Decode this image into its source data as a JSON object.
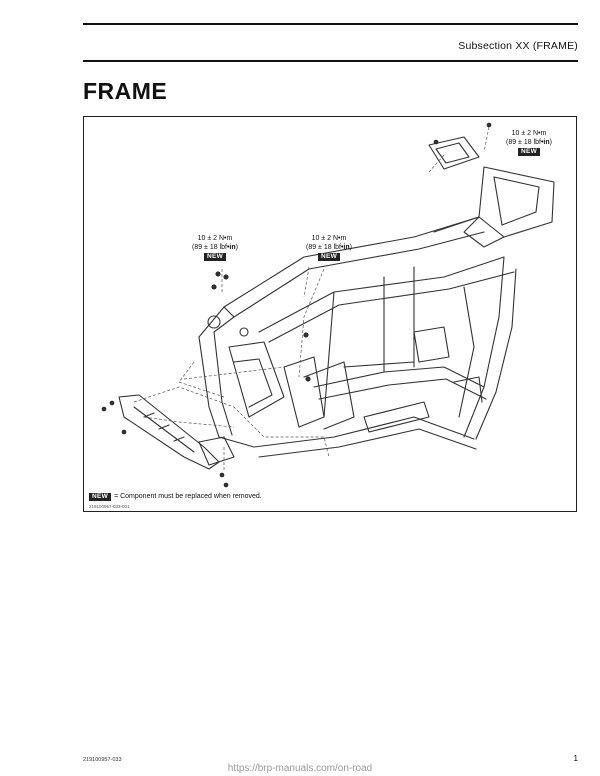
{
  "header": {
    "subsection": "Subsection XX (FRAME)"
  },
  "title": "FRAME",
  "figure": {
    "torque_specs": [
      {
        "nm": "10 ± 2 N•m",
        "lbf_prefix": "(89 ± 18 lbf",
        "lbf_bold": "•in",
        "lbf_suffix": ")",
        "badge": "NEW"
      },
      {
        "nm": "10 ± 2 N•m",
        "lbf_prefix": "(89 ± 18 lbf",
        "lbf_bold": "•in",
        "lbf_suffix": ")",
        "badge": "NEW"
      },
      {
        "nm": "10 ± 2 N•m",
        "lbf_prefix": "(89 ± 18 lbf",
        "lbf_bold": "•in",
        "lbf_suffix": ")",
        "badge": "NEW"
      }
    ],
    "legend": {
      "badge": "NEW",
      "text": "= Component must be replaced when removed."
    },
    "figure_id": "219100957-033-001"
  },
  "footer": {
    "doc_number": "219100957-033",
    "page_number": "1",
    "url": "https://brp-manuals.com/on-road"
  }
}
